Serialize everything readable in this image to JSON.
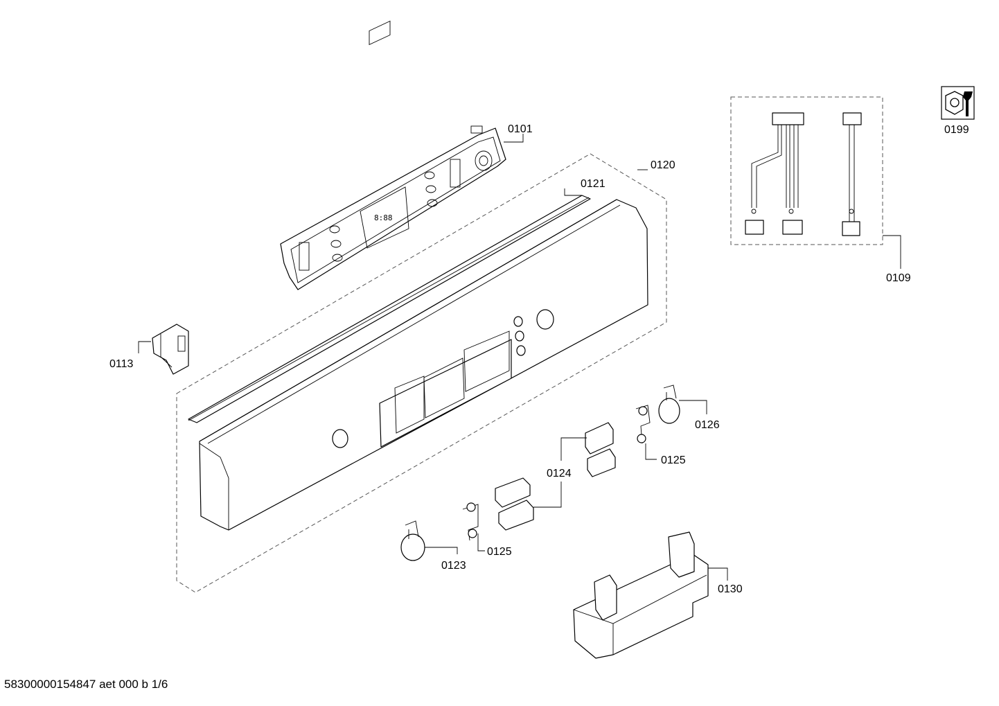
{
  "callouts": {
    "c0101": "0101",
    "c0120": "0120",
    "c0121": "0121",
    "c0109": "0109",
    "c0199": "0199",
    "c0113": "0113",
    "c0126": "0126",
    "c0125a": "0125",
    "c0124": "0124",
    "c0125b": "0125",
    "c0123": "0123",
    "c0130": "0130"
  },
  "footer": "58300000154847 aet 000 b 1/6"
}
